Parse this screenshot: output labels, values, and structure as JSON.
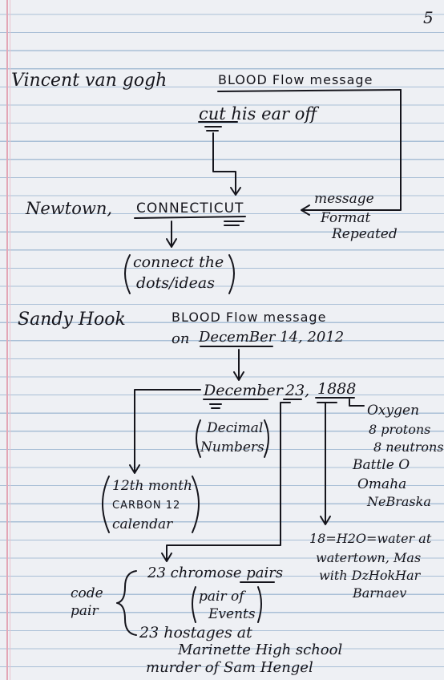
{
  "page": {
    "number": "5"
  },
  "notes": {
    "l1_vincent": "Vincent van gogh",
    "l1_blood": "BLOOD Flow message",
    "l2_cut": "cut his ear off",
    "l3_newtown": "Newtown,",
    "l3_connecticut": "CONNECTICUT",
    "l3_message": "message",
    "l4_format": "Format",
    "l4_repeated": "Repeated",
    "l5_connect": "connect the",
    "l5_dots": "dots/ideas",
    "l6_sandy": "Sandy Hook",
    "l6_blood": "BLOOD Flow message",
    "l7_on": "on",
    "l7_date": "DecemBer 14, 2012",
    "l8_december": "December",
    "l8_23": "23,",
    "l8_1888": "1888",
    "l8_oxygen": "Oxygen",
    "l9_decimal": "Decimal",
    "l9_numbers": "Numbers",
    "l9_protons": "8 protons",
    "l9_neutrons": "8 neutrons",
    "l10_battle": "Battle O",
    "l10_omaha": "Omaha",
    "l10_nebraska": "NeBraska",
    "l11_month": "12th month",
    "l11_carbon": "CARBON 12",
    "l11_calendar": "calendar",
    "l12_h2o": "18=H2O=water at",
    "l12_watertown": "watertown, Mas",
    "l12_with": "with DzHokHar",
    "l12_barnaev": "Barnaev",
    "l13_chromosome": "23 chromose pairs",
    "l13_code": "code",
    "l13_pair": "pair",
    "l14_pairof": "pair of",
    "l14_events": "Events",
    "l15_hostages": "23 hostages at",
    "l16_marinette": "Marinette High school",
    "l17_murder": "murder of Sam Hengel"
  }
}
